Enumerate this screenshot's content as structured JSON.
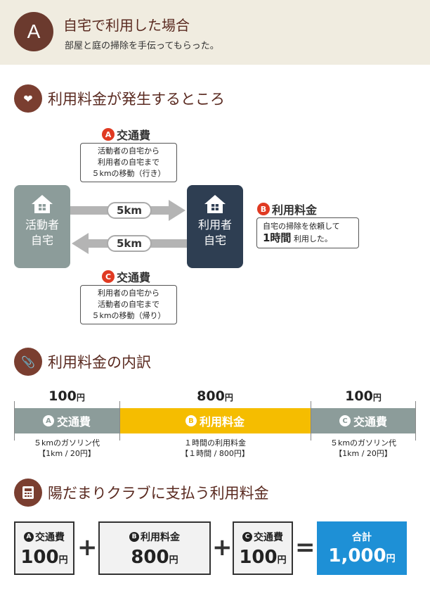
{
  "header": {
    "badge": "A",
    "title": "自宅で利用した場合",
    "subtitle": "部屋と庭の掃除を手伝ってもらった。"
  },
  "sections": {
    "fee_occurs": "利用料金が発生するところ",
    "breakdown": "利用料金の内訳",
    "pay": "陽だまりクラブに支払う利用料金"
  },
  "diagram": {
    "house_left": [
      "活動者",
      "自宅"
    ],
    "house_right": [
      "利用者",
      "自宅"
    ],
    "distance_out": "5km",
    "distance_back": "5km",
    "a_label": "交通費",
    "a_badge": "A",
    "a_note": [
      "活動者の自宅から",
      "利用者の自宅まで",
      "５kmの移動（行き）"
    ],
    "b_label": "利用料金",
    "b_badge": "B",
    "b_note_1": "自宅の掃除を依頼して",
    "b_note_2a": "1時間",
    "b_note_2b": "利用した。",
    "c_label": "交通費",
    "c_badge": "C",
    "c_note": [
      "利用者の自宅から",
      "活動者の自宅まで",
      "５kmの移動（帰り）"
    ]
  },
  "breakdown": {
    "yen": "円",
    "items": [
      {
        "badge": "A",
        "label": "交通費",
        "amount": "100",
        "note": [
          "５kmのガソリン代",
          "【1km / 20円】"
        ],
        "color": "#8c9c9a"
      },
      {
        "badge": "B",
        "label": "利用料金",
        "amount": "800",
        "note": [
          "１時間の利用料金",
          "【１時間 / 800円】"
        ],
        "color": "#f5bd00"
      },
      {
        "badge": "C",
        "label": "交通費",
        "amount": "100",
        "note": [
          "５kmのガソリン代",
          "【1km / 20円】"
        ],
        "color": "#8c9c9a"
      }
    ]
  },
  "payment": {
    "plus": "+",
    "equals": "=",
    "yen": "円",
    "a": {
      "badge": "A",
      "label": "交通費",
      "amount": "100"
    },
    "b": {
      "badge": "B",
      "label": "利用料金",
      "amount": "800"
    },
    "c": {
      "badge": "C",
      "label": "交通費",
      "amount": "100"
    },
    "total": {
      "label": "合計",
      "amount": "1,000"
    }
  },
  "colors": {
    "brown": "#6b3a2e",
    "house_left": "#8c9c9a",
    "house_right": "#2e3e52",
    "red": "#e03a22",
    "yellow": "#f5bd00",
    "blue": "#1e90d6"
  }
}
